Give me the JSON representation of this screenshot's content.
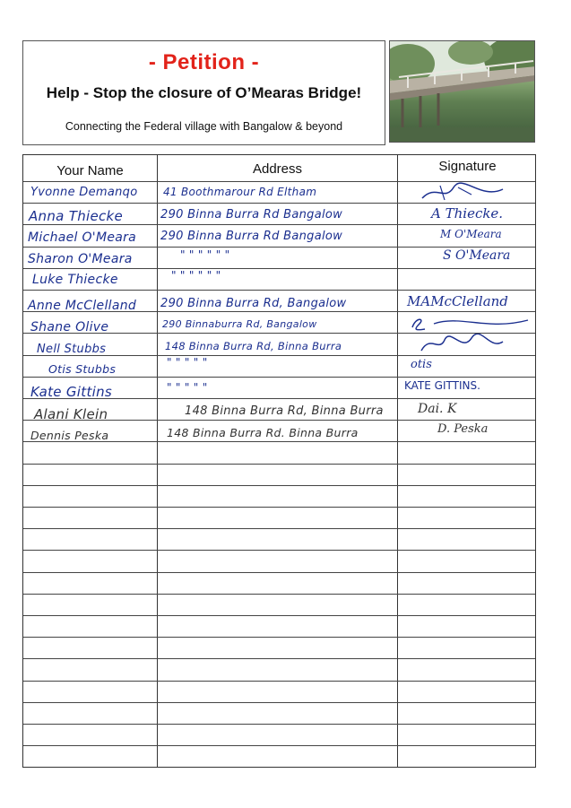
{
  "header": {
    "title": "- Petition -",
    "subtitle": "Help - Stop the closure of O’Mearas Bridge!",
    "tagline": "Connecting the Federal village with Bangalow & beyond"
  },
  "table": {
    "columns": [
      "Your Name",
      "Address",
      "Signature"
    ],
    "rows": [
      {
        "name": "Yvonne Demanqo",
        "address": "41 Boothmarour Rd Eltham",
        "signature": ""
      },
      {
        "name": "Anna Thiecke",
        "address": "290 Binna Burra Rd Bangalow",
        "signature": "A Thiecke."
      },
      {
        "name": "Michael O'Meara",
        "address": "290 Binna Burra Rd Bangalow",
        "signature": "M O'Meara"
      },
      {
        "name": "Sharon O'Meara",
        "address": "\"    \"    \"    \"    \"    \"",
        "signature": "S O'Meara"
      },
      {
        "name": "Luke Thiecke",
        "address": "\"    \"    \"    \"    \"    \"",
        "signature": ""
      },
      {
        "name": "Anne McClelland",
        "address": "290 Binna Burra Rd, Bangalow",
        "signature": "MAMcClelland"
      },
      {
        "name": "Shane Olive",
        "address": "290 Binnaburra Rd, Bangalow",
        "signature": ""
      },
      {
        "name": "Nell Stubbs",
        "address": "148 Binna Burra Rd, Binna Burra",
        "signature": ""
      },
      {
        "name": "Otis Stubbs",
        "address": "\"    \"    \"    \"    \"",
        "signature": "otis"
      },
      {
        "name": "Kate Gittins",
        "address": "\"    \"    \"    \"    \"",
        "signature": "KATE GITTINS."
      },
      {
        "name": "Alani Klein",
        "address": "148 Binna Burra Rd, Binna Burra",
        "signature": "Dai. K"
      },
      {
        "name": "Dennis Peska",
        "address": "148 Binna Burra Rd. Binna Burra",
        "signature": "D. Peska"
      }
    ]
  }
}
